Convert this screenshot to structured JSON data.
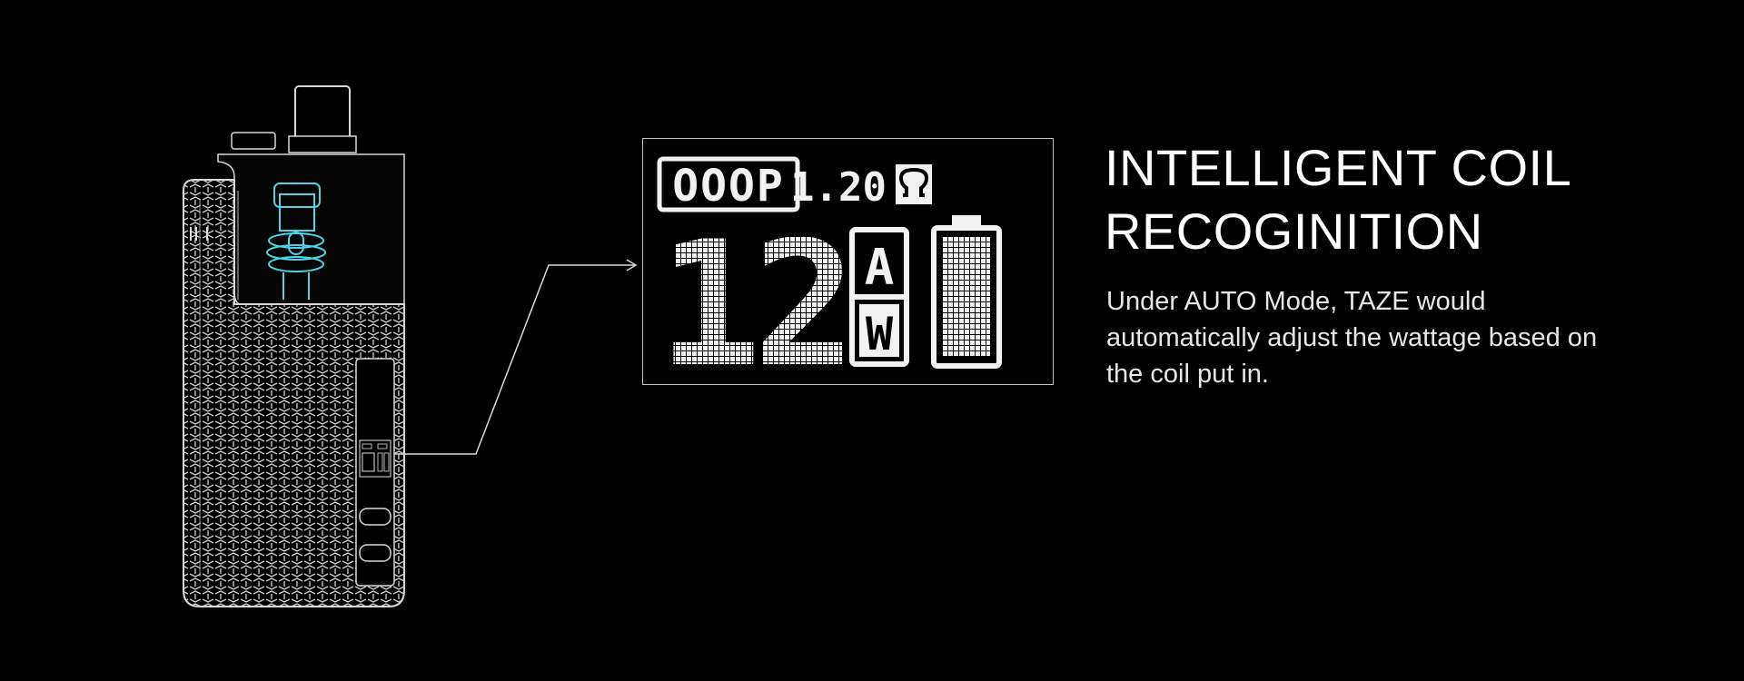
{
  "hero": {
    "title_line1": "INTELLIGENT COIL",
    "title_line2": "RECOGINITION",
    "description": "Under AUTO Mode, TAZE would automatically adjust the wattage based on the coil put in."
  },
  "device_screen": {
    "mode": "OOOP",
    "resistance": "1.20",
    "resistance_unit_icon": "ohm-icon",
    "wattage": "12",
    "indicator_top": "A",
    "indicator_bottom": "W",
    "battery_icon": "battery-icon",
    "battery_level": 1.0
  },
  "colors": {
    "background": "#000000",
    "text": "#ffffff",
    "line_art": "#d8d8d8",
    "coil_highlight": "#4fd4e6"
  }
}
